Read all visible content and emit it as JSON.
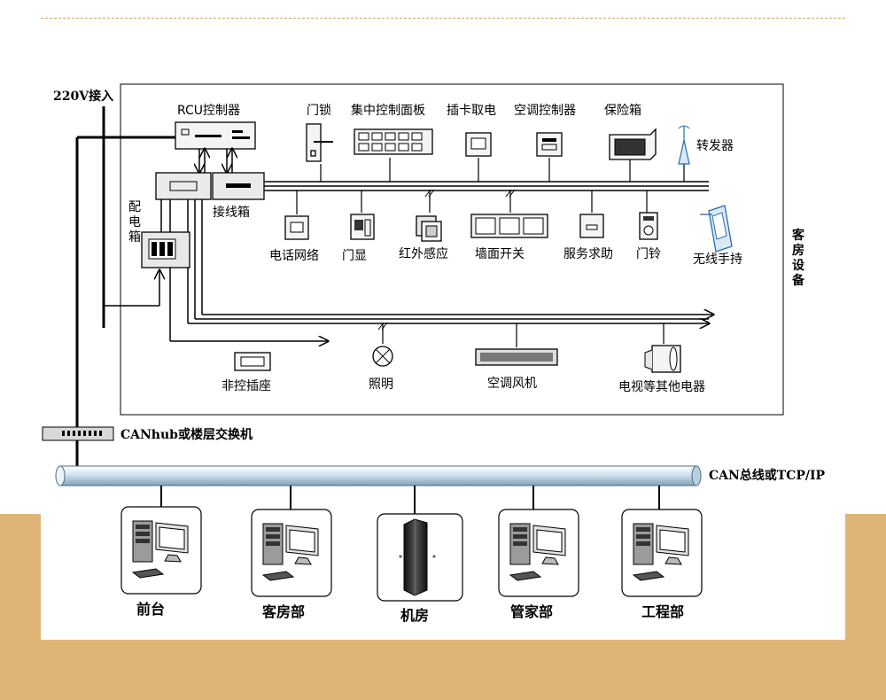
{
  "power_in": "220V接入",
  "room_equipment_label": "客房设备",
  "rcu": "RCU控制器",
  "distribution_box": "配电箱",
  "junction_box": "接线箱",
  "top_devices": [
    "门锁",
    "集中控制面板",
    "插卡取电",
    "空调控制器",
    "保险箱",
    "转发器"
  ],
  "mid_devices": [
    "电话网络",
    "门显",
    "红外感应",
    "墙面开关",
    "服务求助",
    "门铃",
    "无线手持"
  ],
  "bottom_devices": [
    "非控插座",
    "照明",
    "空调风机",
    "电视等其他电器"
  ],
  "canhub": "CANhub或楼层交换机",
  "bus": "CAN总线或TCP/IP",
  "departments": [
    "前台",
    "客房部",
    "机房",
    "管家部",
    "工程部"
  ]
}
